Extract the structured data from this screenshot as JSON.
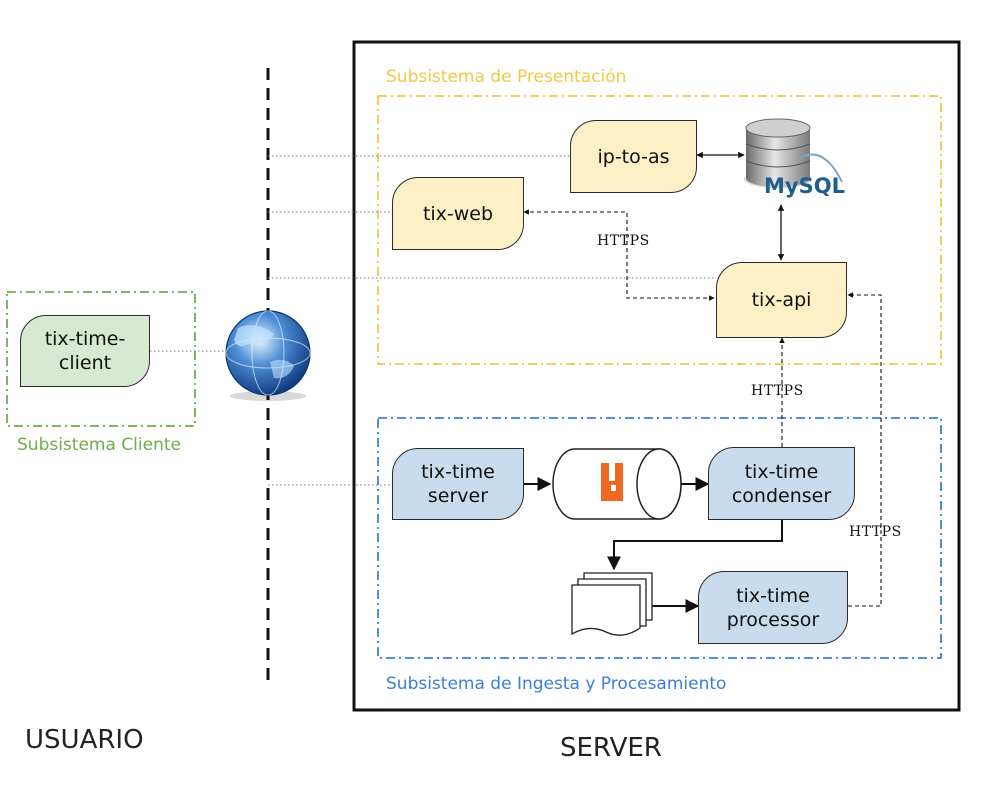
{
  "sides": {
    "left": "USUARIO",
    "right": "SERVER"
  },
  "subsystems": {
    "presentation": "Subsistema de Presentación",
    "client": "Subsistema Cliente",
    "ingest": "Subsistema de Ingesta y Procesamiento"
  },
  "nodes": {
    "ip_to_as": "ip-to-as",
    "tix_web": "tix-web",
    "tix_api": "tix-api",
    "tix_time_client": [
      "tix-time-",
      "client"
    ],
    "tix_time_server": [
      "tix-time",
      "server"
    ],
    "tix_time_condenser": [
      "tix-time",
      "condenser"
    ],
    "tix_time_processor": [
      "tix-time",
      "processor"
    ]
  },
  "icons": {
    "database": "mysql-database-icon",
    "queue": "rabbitmq-queue-icon",
    "files": "file-stack-icon",
    "globe": "internet-globe-icon"
  },
  "logos": {
    "mysql": "MySQL"
  },
  "edges": {
    "https_web": "HTTPS",
    "https_condenser": "HTTPS",
    "https_processor": "HTTPS"
  },
  "colors": {
    "presentation": "#f2c744",
    "client": "#6fae4c",
    "ingest": "#3a7fd5",
    "yellow_fill": "#fdf0c6",
    "blue_fill": "#c9dcee",
    "green_fill": "#d5ead0"
  }
}
